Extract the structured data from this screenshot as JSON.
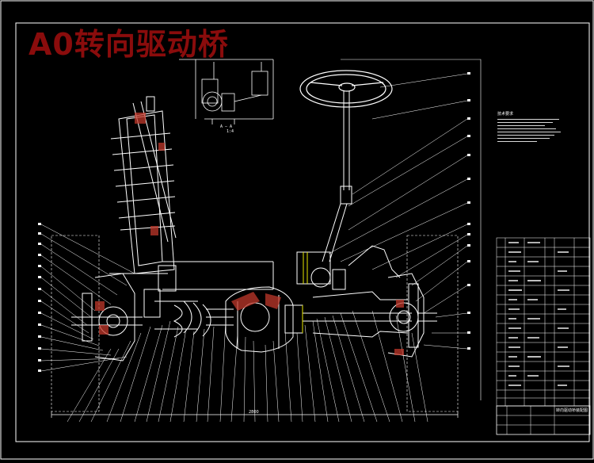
{
  "drawing": {
    "title": "A0转向驱动桥",
    "section_label": "A — A",
    "scale_label": "1:4",
    "notes_heading": "技术要求",
    "bottom_text": "2800",
    "table_caption": "转向驱动桥装配图",
    "colors": {
      "background": "#000000",
      "lines": "#ffffff",
      "title": "#8a0c0c",
      "hatch": "#c0392b",
      "yellow": "#e8e800"
    }
  }
}
